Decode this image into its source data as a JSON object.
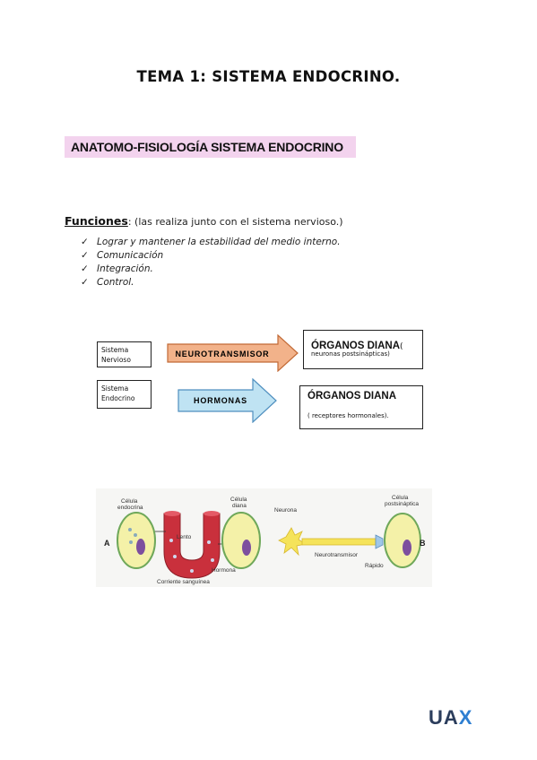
{
  "document": {
    "title": "TEMA 1:  SISTEMA ENDOCRINO.",
    "section_heading": "ANATOMO-FISIOLOGÍA SISTEMA ENDOCRINO",
    "funciones": {
      "label": "Funciones",
      "note": ": (las realiza junto con el sistema nervioso.)",
      "items": [
        "Lograr y mantener la estabilidad del medio interno.",
        "Comunicación",
        "Integración.",
        "Control."
      ]
    }
  },
  "diagram": {
    "row1": {
      "source_line1": "Sistema",
      "source_line2": "Nervioso",
      "arrow_label": "NEUROTRANSMISOR",
      "arrow_color": "#f2b28a",
      "target_title": "ÓRGANOS DIANA",
      "target_title_suffix": "(",
      "target_sub": "neuronas postsinápticas)"
    },
    "row2": {
      "source_line1": "Sistema",
      "source_line2": "Endocrino",
      "arrow_label": "HORMONAS",
      "arrow_color": "#bfe3f3",
      "target_title": "ÓRGANOS DIANA",
      "target_sub": "( receptores hormonales)."
    }
  },
  "figure": {
    "cell_endocrine": "Célula\nendocrina",
    "cell_target": "Célula\ndiana",
    "slow": "Lento",
    "hormone": "Hormona",
    "bloodstream": "Corriente sanguínea",
    "neuron": "Neurona",
    "postsynaptic": "Célula\npostsináptica",
    "neurotransmitter": "Neurotransmisor",
    "fast": "Rápido",
    "letter_a": "A",
    "letter_b": "B"
  },
  "logo": {
    "text_main": "UA",
    "text_accent": "X"
  }
}
